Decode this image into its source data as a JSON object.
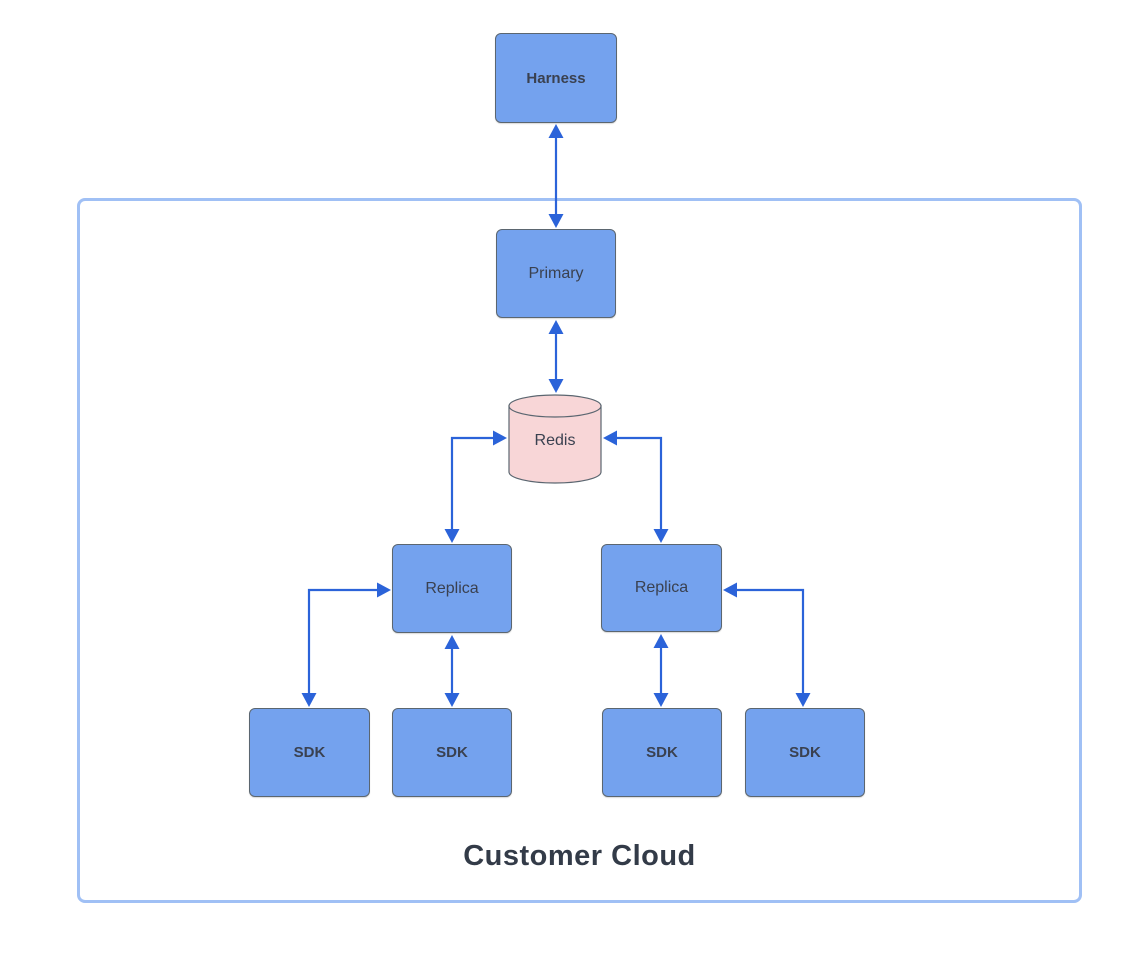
{
  "diagram": {
    "container": {
      "label": "Customer Cloud"
    },
    "nodes": [
      {
        "id": "harness",
        "label": "Harness",
        "shape": "box",
        "emphasis": "bold"
      },
      {
        "id": "primary",
        "label": "Primary",
        "shape": "box",
        "emphasis": "regular"
      },
      {
        "id": "redis",
        "label": "Redis",
        "shape": "cylinder",
        "emphasis": "regular"
      },
      {
        "id": "replica-left",
        "label": "Replica",
        "shape": "box",
        "emphasis": "regular"
      },
      {
        "id": "replica-right",
        "label": "Replica",
        "shape": "box",
        "emphasis": "regular"
      },
      {
        "id": "sdk-1",
        "label": "SDK",
        "shape": "box",
        "emphasis": "bold"
      },
      {
        "id": "sdk-2",
        "label": "SDK",
        "shape": "box",
        "emphasis": "bold"
      },
      {
        "id": "sdk-3",
        "label": "SDK",
        "shape": "box",
        "emphasis": "bold"
      },
      {
        "id": "sdk-4",
        "label": "SDK",
        "shape": "box",
        "emphasis": "bold"
      }
    ],
    "edges": [
      {
        "from": "harness",
        "to": "primary",
        "bidirectional": true,
        "route": "straight-vertical"
      },
      {
        "from": "primary",
        "to": "redis",
        "bidirectional": true,
        "route": "straight-vertical"
      },
      {
        "from": "redis",
        "to": "replica-left",
        "bidirectional": true,
        "route": "elbow"
      },
      {
        "from": "redis",
        "to": "replica-right",
        "bidirectional": true,
        "route": "elbow"
      },
      {
        "from": "sdk-1",
        "to": "replica-left",
        "bidirectional": true,
        "route": "elbow"
      },
      {
        "from": "sdk-2",
        "to": "replica-left",
        "bidirectional": true,
        "route": "straight-vertical"
      },
      {
        "from": "sdk-3",
        "to": "replica-right",
        "bidirectional": true,
        "route": "straight-vertical"
      },
      {
        "from": "sdk-4",
        "to": "replica-right",
        "bidirectional": true,
        "route": "elbow"
      }
    ],
    "colors": {
      "node_fill": "#74a2ee",
      "node_border": "#5b6670",
      "redis_fill": "#f8d6d7",
      "connector": "#2b63d9",
      "container_border": "#a0c0f5",
      "label_text": "#3a4150",
      "title_text": "#333b48",
      "canvas_bg": "#ffffff"
    }
  }
}
